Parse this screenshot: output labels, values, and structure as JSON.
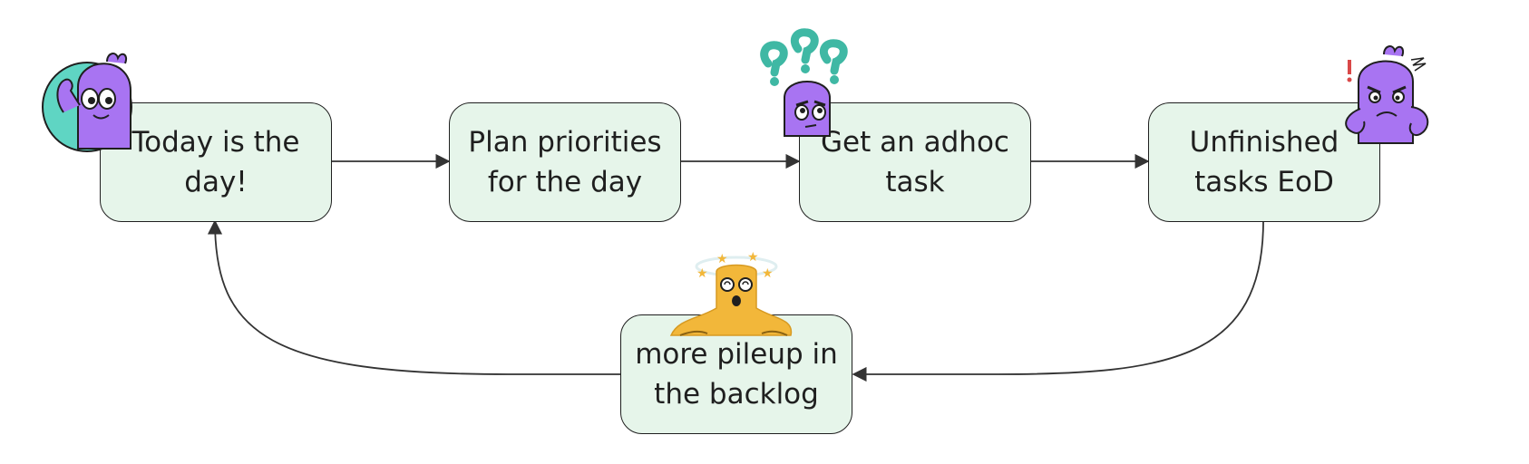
{
  "diagram": {
    "node_fill": "#e6f5ea",
    "node_border": "#1f1f1f",
    "edge_color": "#333333",
    "nodes": [
      {
        "id": "today",
        "label": "Today is the day!"
      },
      {
        "id": "plan",
        "label": "Plan priorities for the day"
      },
      {
        "id": "adhoc",
        "label": "Get an adhoc task"
      },
      {
        "id": "unfinished",
        "label": "Unfinished tasks EoD"
      },
      {
        "id": "backlog",
        "label": "more pileup in the backlog"
      }
    ],
    "edges": [
      {
        "from": "today",
        "to": "plan"
      },
      {
        "from": "plan",
        "to": "adhoc"
      },
      {
        "from": "adhoc",
        "to": "unfinished"
      },
      {
        "from": "unfinished",
        "to": "backlog"
      },
      {
        "from": "backlog",
        "to": "today"
      }
    ],
    "stickers": [
      {
        "name": "waving-character-icon",
        "color": "#a874f2"
      },
      {
        "name": "confused-character-icon",
        "color": "#a874f2",
        "accent": "#5fd5c3"
      },
      {
        "name": "angry-character-icon",
        "color": "#a874f2",
        "accent": "#d94848"
      },
      {
        "name": "dizzy-melting-character-icon",
        "color": "#f2b73a"
      }
    ]
  }
}
